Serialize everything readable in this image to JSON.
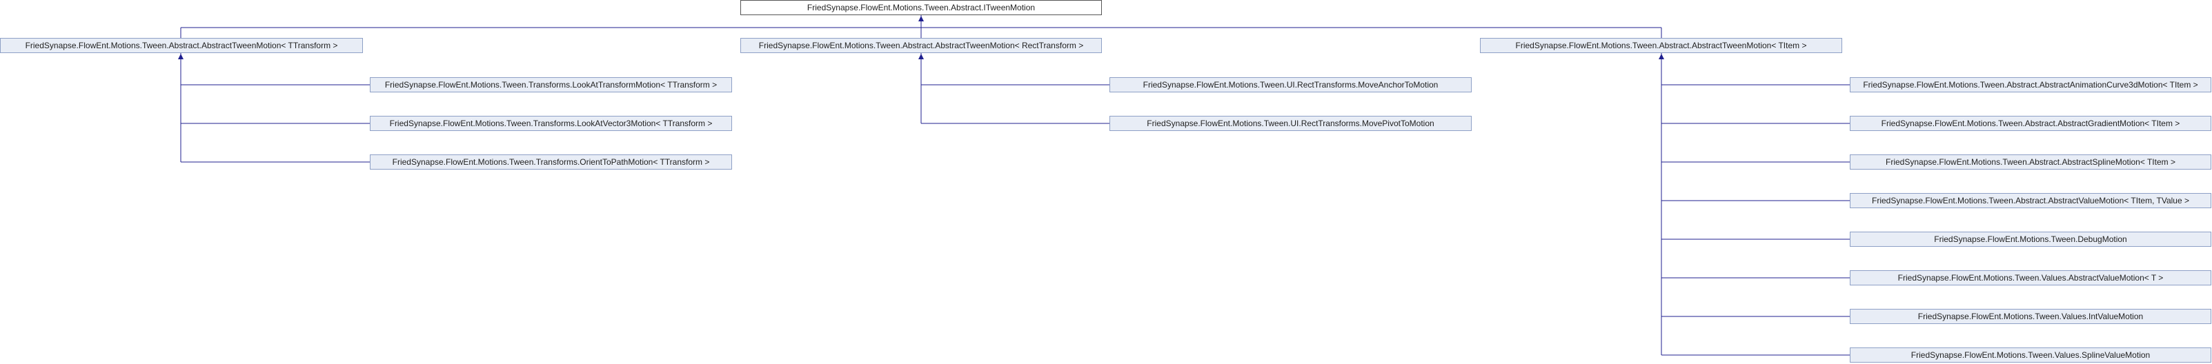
{
  "diagram": {
    "root": {
      "label": "FriedSynapse.FlowEnt.Motions.Tween.Abstract.ITweenMotion"
    },
    "level1": [
      {
        "label": "FriedSynapse.FlowEnt.Motions.Tween.Abstract.AbstractTweenMotion< TTransform >"
      },
      {
        "label": "FriedSynapse.FlowEnt.Motions.Tween.Abstract.AbstractTweenMotion< RectTransform >"
      },
      {
        "label": "FriedSynapse.FlowEnt.Motions.Tween.Abstract.AbstractTweenMotion< TItem >"
      }
    ],
    "ttransform_children": [
      {
        "label": "FriedSynapse.FlowEnt.Motions.Tween.Transforms.LookAtTransformMotion< TTransform >"
      },
      {
        "label": "FriedSynapse.FlowEnt.Motions.Tween.Transforms.LookAtVector3Motion< TTransform >"
      },
      {
        "label": "FriedSynapse.FlowEnt.Motions.Tween.Transforms.OrientToPathMotion< TTransform >"
      }
    ],
    "recttransform_children": [
      {
        "label": "FriedSynapse.FlowEnt.Motions.Tween.UI.RectTransforms.MoveAnchorToMotion"
      },
      {
        "label": "FriedSynapse.FlowEnt.Motions.Tween.UI.RectTransforms.MovePivotToMotion"
      }
    ],
    "titem_children": [
      {
        "label": "FriedSynapse.FlowEnt.Motions.Tween.Abstract.AbstractAnimationCurve3dMotion< TItem >"
      },
      {
        "label": "FriedSynapse.FlowEnt.Motions.Tween.Abstract.AbstractGradientMotion< TItem >"
      },
      {
        "label": "FriedSynapse.FlowEnt.Motions.Tween.Abstract.AbstractSplineMotion< TItem >"
      },
      {
        "label": "FriedSynapse.FlowEnt.Motions.Tween.Abstract.AbstractValueMotion< TItem, TValue >"
      },
      {
        "label": "FriedSynapse.FlowEnt.Motions.Tween.DebugMotion"
      },
      {
        "label": "FriedSynapse.FlowEnt.Motions.Tween.Values.AbstractValueMotion< T >"
      },
      {
        "label": "FriedSynapse.FlowEnt.Motions.Tween.Values.IntValueMotion"
      },
      {
        "label": "FriedSynapse.FlowEnt.Motions.Tween.Values.SplineValueMotion"
      }
    ]
  }
}
